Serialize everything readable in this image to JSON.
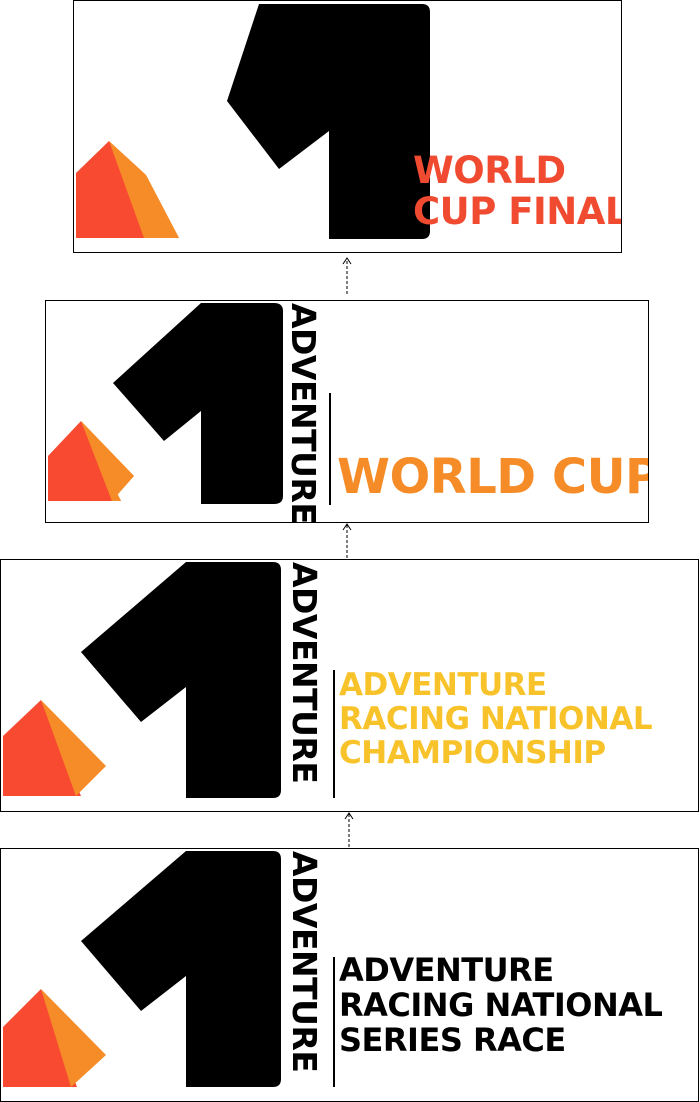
{
  "brand": {
    "word": "ADVENTURE",
    "colors": {
      "numeral": "#000000",
      "peak_left": "#F84A30",
      "peak_right": "#F58C28"
    }
  },
  "tiers": [
    {
      "id": "world-cup-final",
      "lines": [
        "WORLD",
        "CUP FINAL"
      ],
      "color": "#F04A30"
    },
    {
      "id": "world-cup",
      "lines": [
        "WORLD CUP"
      ],
      "color": "#F58C28"
    },
    {
      "id": "national-championship",
      "lines": [
        "ADVENTURE",
        "RACING NATIONAL",
        "CHAMPIONSHIP"
      ],
      "color": "#F8C32A"
    },
    {
      "id": "national-series-race",
      "lines": [
        "ADVENTURE",
        "RACING NATIONAL",
        "SERIES RACE"
      ],
      "color": "#000000"
    }
  ]
}
